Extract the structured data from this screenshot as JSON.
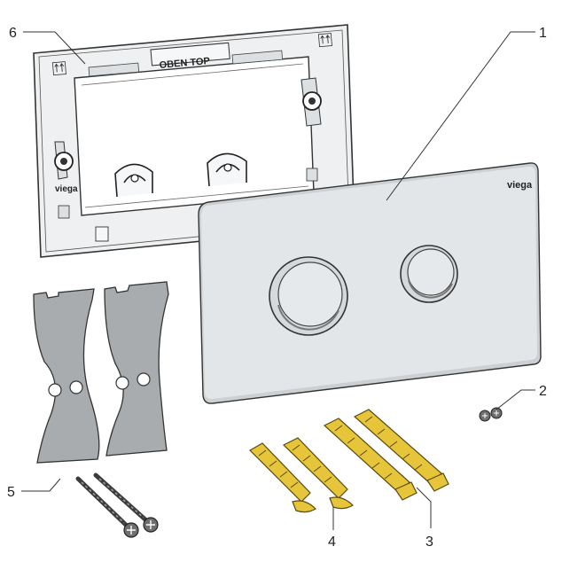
{
  "callouts": {
    "c1": "1",
    "c2": "2",
    "c3": "3",
    "c4": "4",
    "c5": "5",
    "c6": "6"
  },
  "frame": {
    "top_label": "OBEN TOP",
    "brand": "viega"
  },
  "plate": {
    "brand": "viega"
  },
  "colors": {
    "plate_fill": "#e3e6e8",
    "frame_fill": "#eef0f1",
    "frame_inner": "#dde0e3",
    "bracket_fill": "#a9acaf",
    "plug_fill": "#e6c53a",
    "screw_fill": "#6f6f6f",
    "outline": "#333333"
  }
}
